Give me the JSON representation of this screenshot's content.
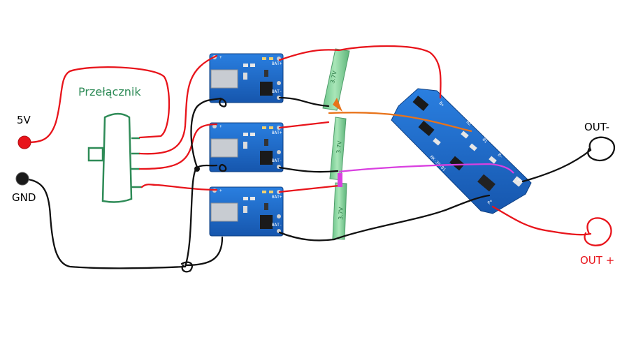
{
  "labels": {
    "vin": "5V",
    "gnd": "GND",
    "switch": "Przełącznik",
    "out_minus": "OUT-",
    "out_plus": "OUT +"
  },
  "charger_module": {
    "pins": {
      "vcc": "+",
      "bat_plus": "BAT+",
      "bat_minus": "BAT-"
    },
    "count": 3
  },
  "cells": {
    "marking": "3.7V",
    "count": 3
  },
  "bms": {
    "markings": [
      "B+",
      "B2",
      "B1",
      "B-",
      "P-",
      "P+"
    ],
    "model": "HX-3S-01"
  },
  "colors": {
    "wire_red": "#e8141b",
    "wire_black": "#111111",
    "wire_orange": "#e8731a",
    "wire_magenta": "#d93fe0",
    "switch_green": "#2e8b57",
    "pcb_blue": "#1f6ec9",
    "cell_green": "#8fd6a0"
  }
}
